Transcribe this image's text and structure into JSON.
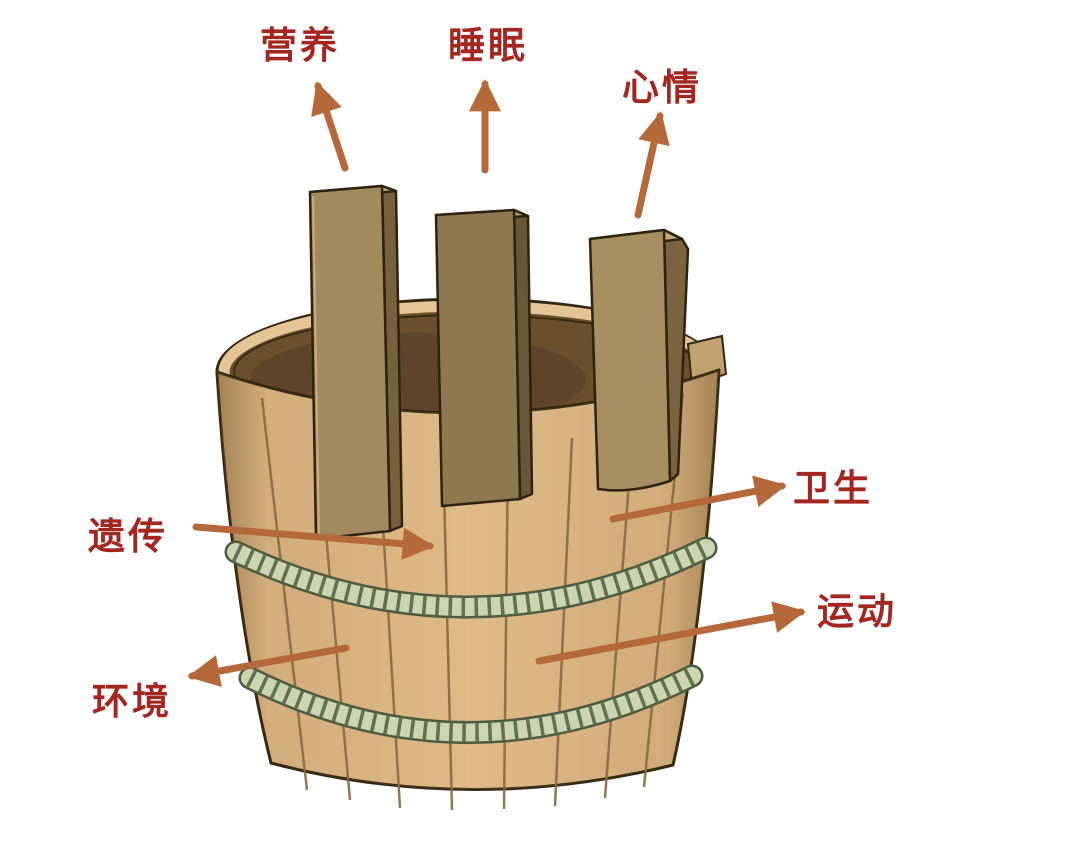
{
  "diagram": {
    "type": "labeled-illustration",
    "labels": [
      {
        "id": "nutrition",
        "text": "营养",
        "points_to": "tall-stave-left"
      },
      {
        "id": "sleep",
        "text": "睡眠",
        "points_to": "tall-stave-middle"
      },
      {
        "id": "mood",
        "text": "心情",
        "points_to": "tall-stave-right"
      },
      {
        "id": "heredity",
        "text": "遗传",
        "points_to": "stave-center-left"
      },
      {
        "id": "hygiene",
        "text": "卫生",
        "points_to": "stave-upper-right"
      },
      {
        "id": "exercise",
        "text": "运动",
        "points_to": "stave-lower-middle"
      },
      {
        "id": "environment",
        "text": "环境",
        "points_to": "stave-lower-left"
      }
    ],
    "colors": {
      "label_text": "#a3261f",
      "arrow": "#b5693a",
      "bucket_body": "#dcb683",
      "bucket_interior": "#6b4e2c",
      "plank_front": "#a28a5f",
      "rope": "#cbd5b1",
      "outline": "#33270f",
      "background": "#ffffff"
    }
  }
}
